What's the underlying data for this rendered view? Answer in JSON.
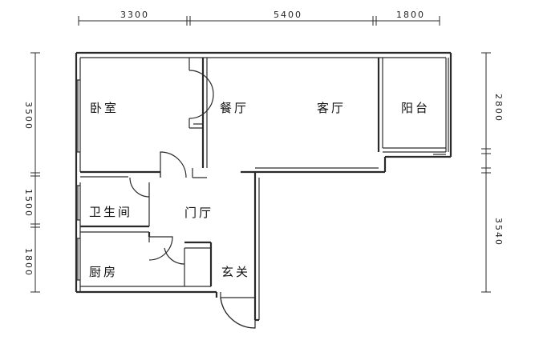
{
  "dimensions": {
    "top": [
      "3300",
      "5400",
      "1800"
    ],
    "left": [
      "3500",
      "1500",
      "1800"
    ],
    "right": [
      "2800",
      "3540"
    ]
  },
  "rooms": {
    "bedroom": "卧室",
    "dining": "餐厅",
    "living": "客厅",
    "balcony": "阳台",
    "bathroom": "卫生间",
    "hall": "门厅",
    "kitchen": "厨房",
    "entrance": "玄关"
  }
}
